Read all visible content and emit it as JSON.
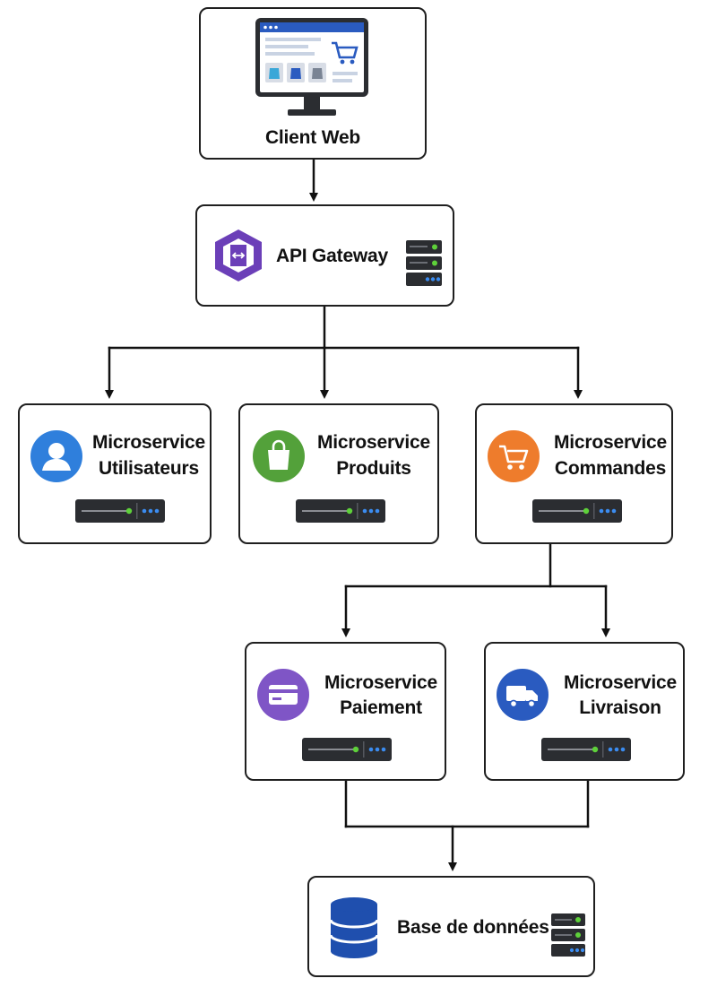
{
  "client": {
    "title": "Client Web",
    "icon": "monitor-shop-icon"
  },
  "gateway": {
    "title": "API Gateway",
    "icon": "api-gateway-hexagon-icon"
  },
  "services": [
    {
      "line1": "Microservice",
      "line2": "Utilisateurs",
      "icon": "user-icon",
      "color": "#2f7fdc"
    },
    {
      "line1": "Microservice",
      "line2": "Produits",
      "icon": "shopping-bag-icon",
      "color": "#53a13a"
    },
    {
      "line1": "Microservice",
      "line2": "Commandes",
      "icon": "cart-icon",
      "color": "#ee7c2c"
    },
    {
      "line1": "Microservice",
      "line2": "Paiement",
      "icon": "credit-card-icon",
      "color": "#7f55c6"
    },
    {
      "line1": "Microservice",
      "line2": "Livraison",
      "icon": "delivery-truck-icon",
      "color": "#2a5bc0"
    }
  ],
  "database": {
    "title": "Base de données",
    "icon": "database-icon",
    "color": "#1f4fae"
  },
  "colors": {
    "server_body": "#2b2d31",
    "server_led_green": "#5ed13a",
    "server_led_blue": "#3b8cf0",
    "gateway_purple": "#6b3fb8"
  }
}
